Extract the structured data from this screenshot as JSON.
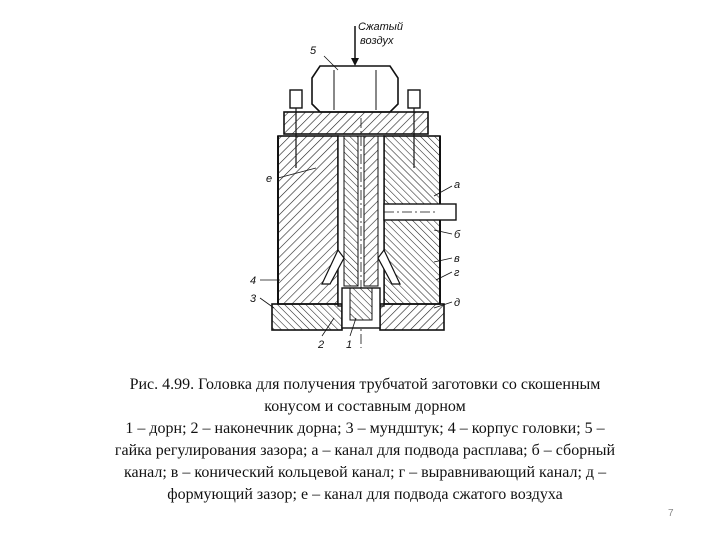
{
  "drawing": {
    "labels": {
      "air_line1": "Сжатый",
      "air_line2": "воздух",
      "n5": "5",
      "e": "е",
      "a": "а",
      "b": "б",
      "v": "в",
      "g": "г",
      "d": "д",
      "n4": "4",
      "n3": "3",
      "n2": "2",
      "n1": "1"
    }
  },
  "caption": {
    "title_line1": "Рис. 4.99. Головка для получения трубчатой заготовки со скошенным",
    "title_line2": "конусом и составным дорном",
    "legend_line1": "1 – дорн; 2 – наконечник дорна; 3 – мундштук; 4 – корпус головки; 5 –",
    "legend_line2": "гайка регулирования зазора; а – канал для подвода расплава; б – сборный",
    "legend_line3": "канал; в – конический кольцевой канал; г – выравнивающий канал; д –",
    "legend_line4": "формующий зазор; е – канал для подвода сжатого воздуха"
  },
  "page_number": "7"
}
